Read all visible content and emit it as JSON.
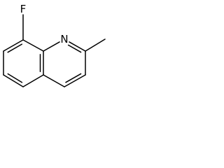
{
  "structure": {
    "atoms": [
      {
        "id": "F",
        "label": "F",
        "element": "F"
      },
      {
        "id": "N",
        "label": "N",
        "element": "N"
      },
      {
        "id": "C1",
        "element": "C"
      },
      {
        "id": "C2",
        "element": "C"
      },
      {
        "id": "C3",
        "element": "C"
      },
      {
        "id": "C4",
        "element": "C"
      },
      {
        "id": "C5",
        "element": "C"
      },
      {
        "id": "C6",
        "element": "C"
      },
      {
        "id": "C7",
        "element": "C"
      },
      {
        "id": "C8",
        "element": "C"
      },
      {
        "id": "C9",
        "element": "C"
      },
      {
        "id": "CH3",
        "element": "C"
      }
    ],
    "bonds": [
      {
        "from": "F",
        "to": "C1",
        "order": 1
      },
      {
        "from": "C1",
        "to": "C2",
        "order": 2
      },
      {
        "from": "C2",
        "to": "C3",
        "order": 1
      },
      {
        "from": "C3",
        "to": "C4",
        "order": 2
      },
      {
        "from": "C4",
        "to": "C5",
        "order": 1
      },
      {
        "from": "C5",
        "to": "C6",
        "order": 2
      },
      {
        "from": "C6",
        "to": "C1",
        "order": 1
      },
      {
        "from": "C6",
        "to": "N",
        "order": 1
      },
      {
        "from": "N",
        "to": "C7",
        "order": 2
      },
      {
        "from": "C7",
        "to": "C8",
        "order": 1
      },
      {
        "from": "C8",
        "to": "C9",
        "order": 2
      },
      {
        "from": "C9",
        "to": "C5",
        "order": 1
      },
      {
        "from": "C7",
        "to": "CH3",
        "order": 1
      }
    ],
    "colors": {
      "bond": "#000000",
      "label": "#000000",
      "background": "#ffffff"
    }
  }
}
